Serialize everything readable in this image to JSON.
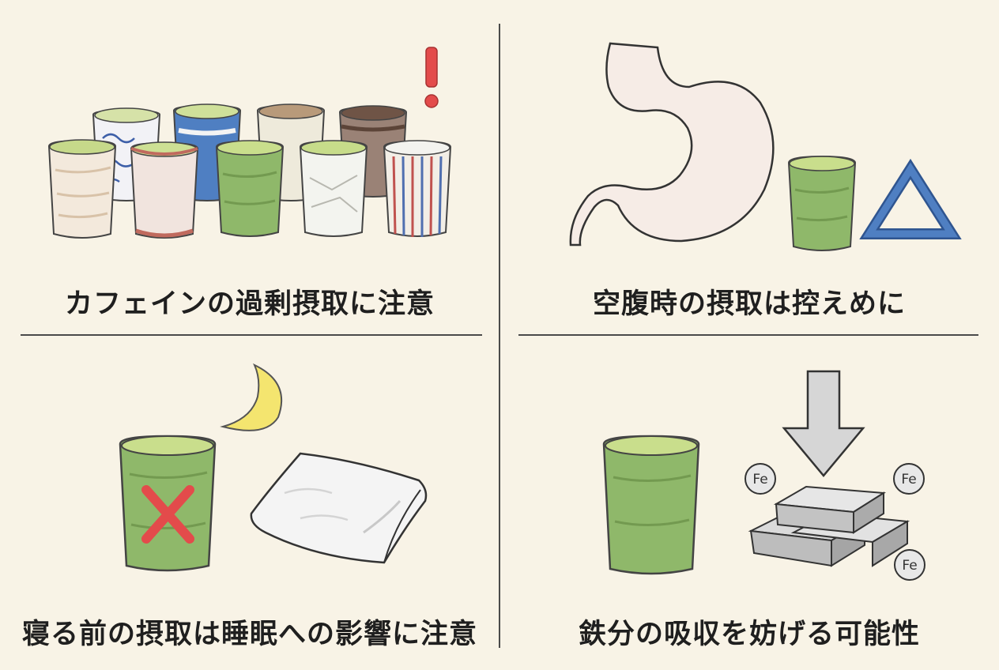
{
  "panels": [
    {
      "caption": "カフェインの過剰摂取に注意"
    },
    {
      "caption": "空腹時の摂取は控えめに"
    },
    {
      "caption": "寝る前の摂取は睡眠への影響に注意"
    },
    {
      "caption": "鉄分の吸収を妨げる可能性"
    }
  ],
  "iron_label": "Fe",
  "colors": {
    "background": "#f8f3e6",
    "tea_green": "#8fb86a",
    "warning_red": "#e34b4b",
    "triangle_blue": "#3f6fb2",
    "moon_yellow": "#f4e56f"
  },
  "icons": [
    "exclamation-icon",
    "triangle-icon",
    "cross-icon",
    "moon-icon",
    "down-arrow-icon"
  ]
}
